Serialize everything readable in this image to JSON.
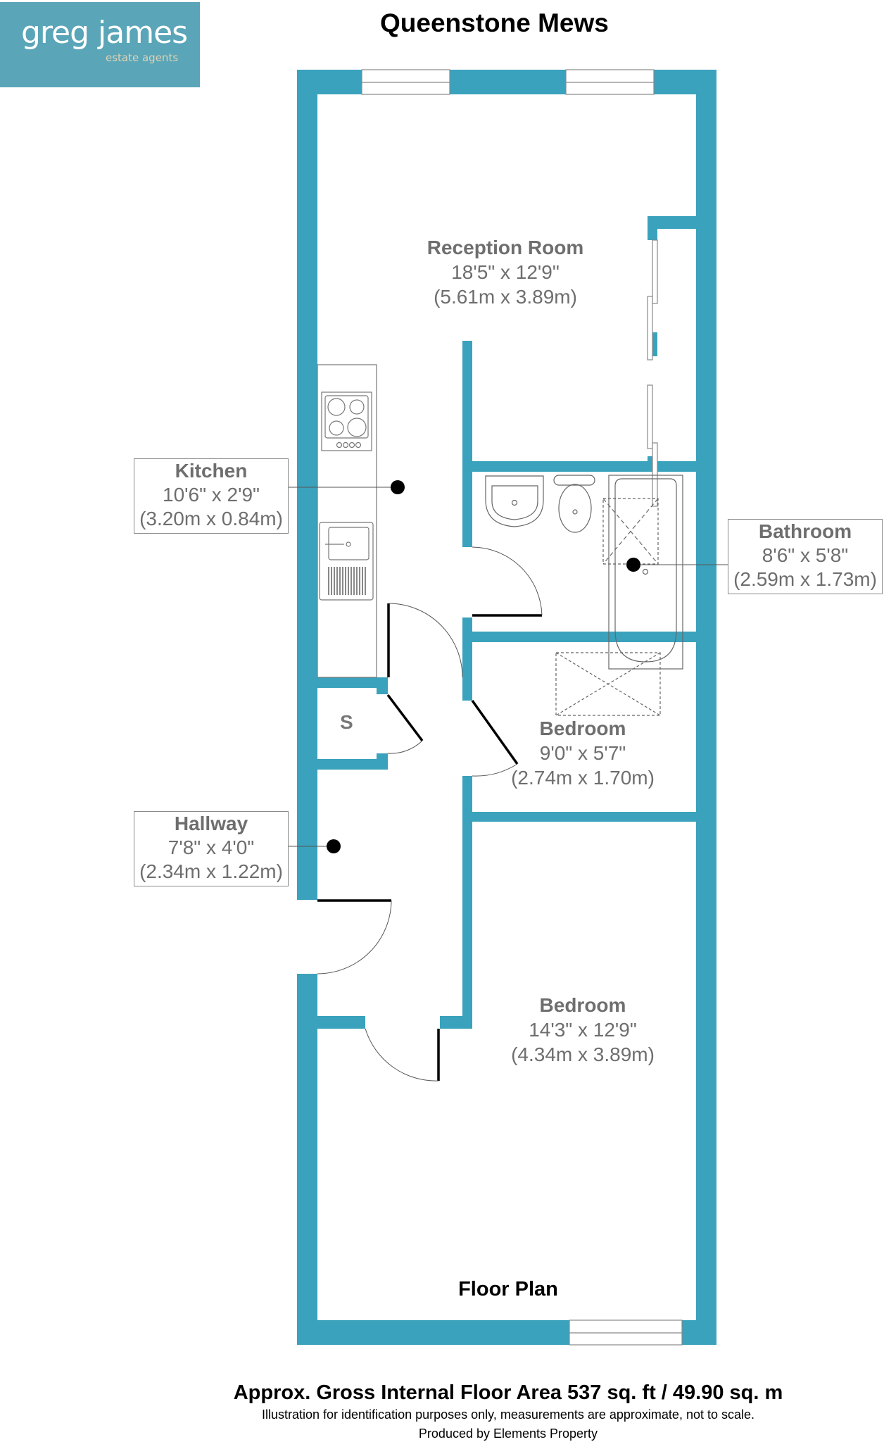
{
  "logo": {
    "name": "greg james",
    "tagline": "estate agents",
    "bg_color": "#5aa5b8"
  },
  "header": {
    "title": "Queenstone Mews"
  },
  "colors": {
    "wall": "#3aa2bc",
    "text_label": "#6e6e6e",
    "fixture_line": "#555555"
  },
  "rooms": [
    {
      "id": "reception",
      "name": "Reception Room",
      "imperial": "18'5\" x 12'9\"",
      "metric": "(5.61m x 3.89m)"
    },
    {
      "id": "kitchen",
      "name": "Kitchen",
      "imperial": "10'6\" x 2'9\"",
      "metric": "(3.20m x 0.84m)"
    },
    {
      "id": "bathroom",
      "name": "Bathroom",
      "imperial": "8'6\" x 5'8\"",
      "metric": "(2.59m x 1.73m)"
    },
    {
      "id": "bedroom_small",
      "name": "Bedroom",
      "imperial": "9'0\" x 5'7\"",
      "metric": "(2.74m x 1.70m)"
    },
    {
      "id": "hallway",
      "name": "Hallway",
      "imperial": "7'8\" x 4'0\"",
      "metric": "(2.34m x 1.22m)"
    },
    {
      "id": "bedroom_large",
      "name": "Bedroom",
      "imperial": "14'3\" x 12'9\"",
      "metric": "(4.34m x 3.89m)"
    }
  ],
  "storage": {
    "label": "S"
  },
  "footer": {
    "plan_title": "Floor Plan",
    "area": "Approx. Gross Internal Floor Area 537 sq. ft / 49.90 sq. m",
    "disclaimer": "Illustration for identification purposes only, measurements are approximate, not to scale.",
    "credit": "Produced by Elements Property"
  }
}
